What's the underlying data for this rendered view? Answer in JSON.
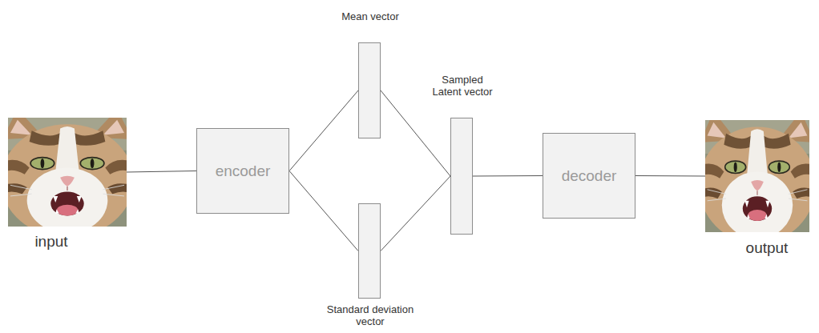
{
  "diagram": {
    "nodes": [
      {
        "text": [
          "input"
        ]
      },
      {
        "text": [
          "encoder"
        ]
      },
      {
        "text": [
          "Mean vector"
        ]
      },
      {
        "text": [
          "Standard deviation vector"
        ]
      },
      {
        "text": [
          "Sampled Latent vector"
        ]
      },
      {
        "text": [
          "decoder"
        ]
      },
      {
        "text": [
          "output"
        ]
      }
    ],
    "edges": [
      {
        "from": 0,
        "to": 1,
        "arrow": "none"
      },
      {
        "from": 1,
        "to": 2,
        "arrow": "none"
      },
      {
        "from": 1,
        "to": 3,
        "arrow": "none"
      },
      {
        "from": 2,
        "to": 4,
        "arrow": "none"
      },
      {
        "from": 3,
        "to": 4,
        "arrow": "none"
      },
      {
        "from": 4,
        "to": 5,
        "arrow": "none"
      },
      {
        "from": 5,
        "to": 6,
        "arrow": "none"
      }
    ]
  }
}
